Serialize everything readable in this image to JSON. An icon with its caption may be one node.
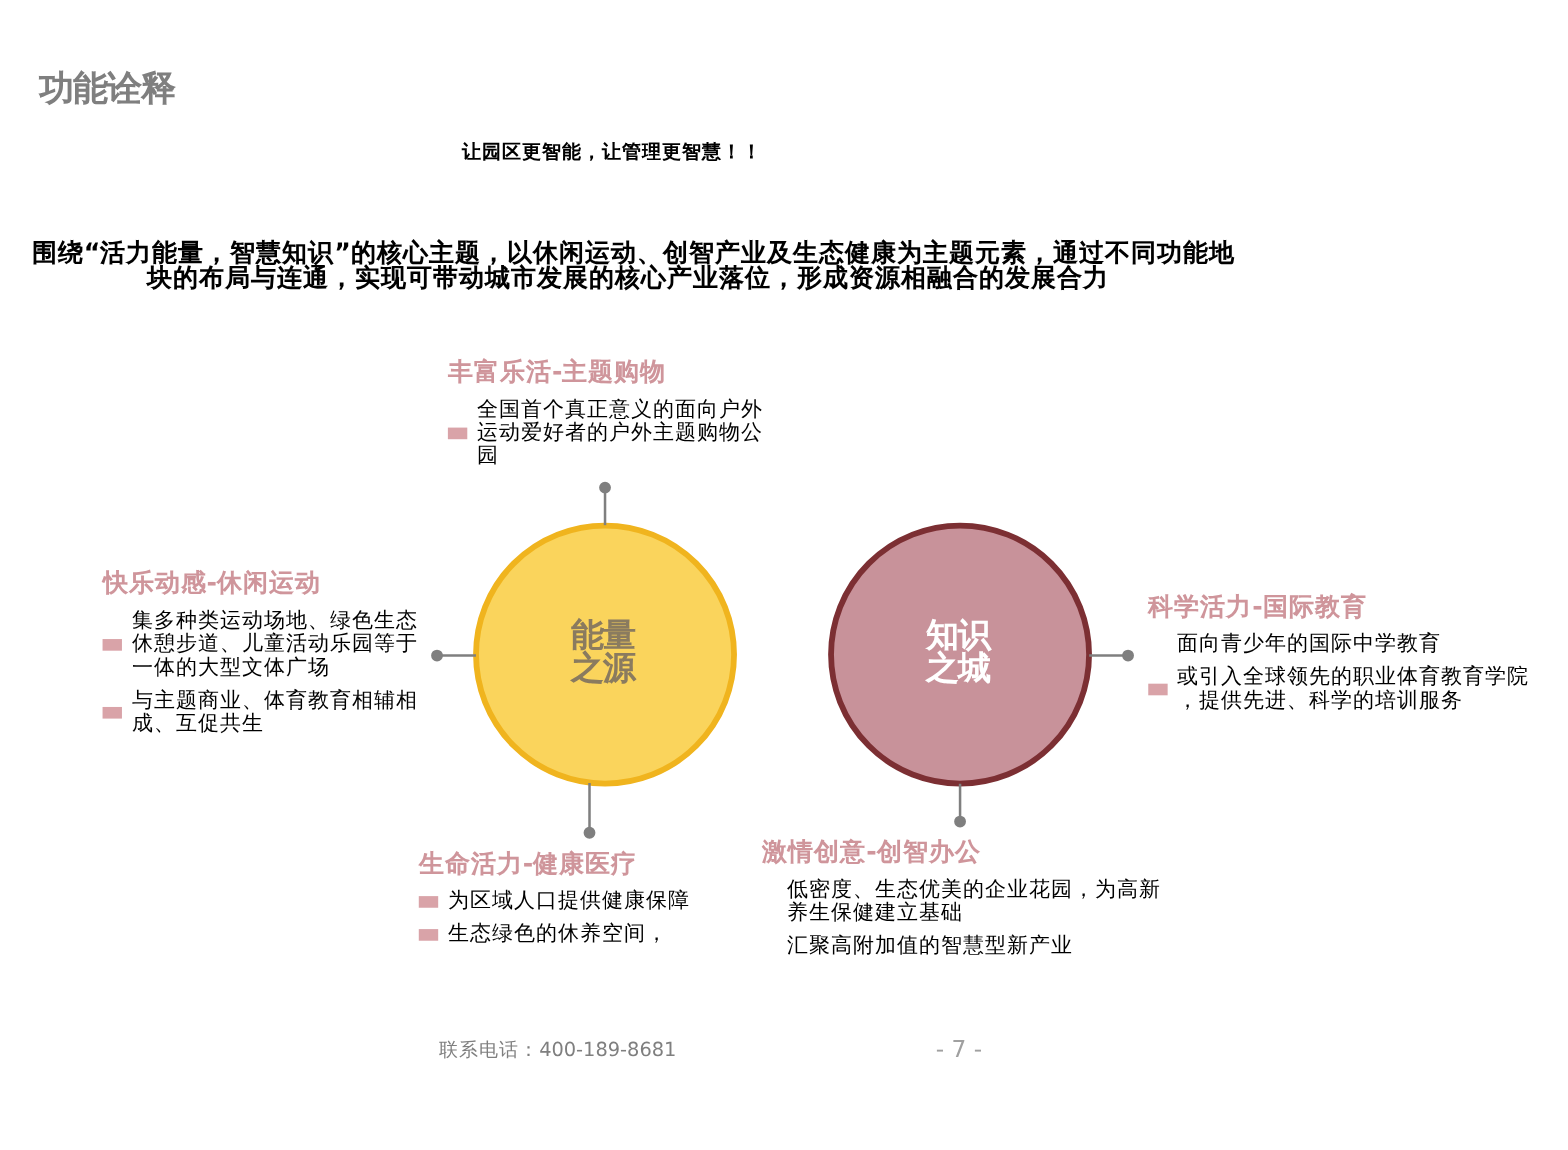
{
  "diagram": {
    "title": "功能诠释",
    "nodes": [
      {
        "text": [
          "丰富乐活-主题购物",
          "全国首个真正意义的面向户外运动爱好者的户外主题购物公园"
        ]
      },
      {
        "text": [
          "快乐动感-休闲运动",
          "集多种类运动场地、绿色生态休憩步道、儿童活动乐园等于一体的大型文体广场",
          "与主题商业、体育教育相辅相成、互促共生"
        ]
      },
      {
        "text": [
          "生命活力-健康医疗",
          "为区域人口提供健康保障",
          "生态绿色的休养空间，"
        ]
      },
      {
        "text": [
          "能量之源"
        ]
      },
      {
        "text": [
          "知识之城"
        ]
      },
      {
        "text": [
          "科学活力-国际教育",
          "面向青少年的国际中学教育",
          "或引入全球领先的职业体育教育学院，提供先进、科学的培训服务"
        ]
      },
      {
        "text": [
          "激情创意-创智办公",
          "低密度、生态优美的企业花园，为高新养生保健建立基础",
          "汇聚高附加值的智慧型新产业"
        ]
      }
    ],
    "edges": [
      {
        "from": 0,
        "to": 3,
        "arrow": "other"
      },
      {
        "from": 1,
        "to": 3,
        "arrow": "other"
      },
      {
        "from": 2,
        "to": 3,
        "arrow": "other"
      },
      {
        "from": 4,
        "to": 5,
        "arrow": "other"
      },
      {
        "from": 4,
        "to": 6,
        "arrow": "other"
      }
    ],
    "labels": [
      "让园区更智能，让管理更智慧！！",
      "围绕“活力能量，智慧知识”的核心主题，以休闲运动、创智产业及生态健康为主题元素，通过不同功能地块的布局与连通，实现可带动城市发展的核心产业落位，形成资源相融合的发展合力",
      "联系电话：400-189-8681",
      "- 7 -"
    ]
  }
}
